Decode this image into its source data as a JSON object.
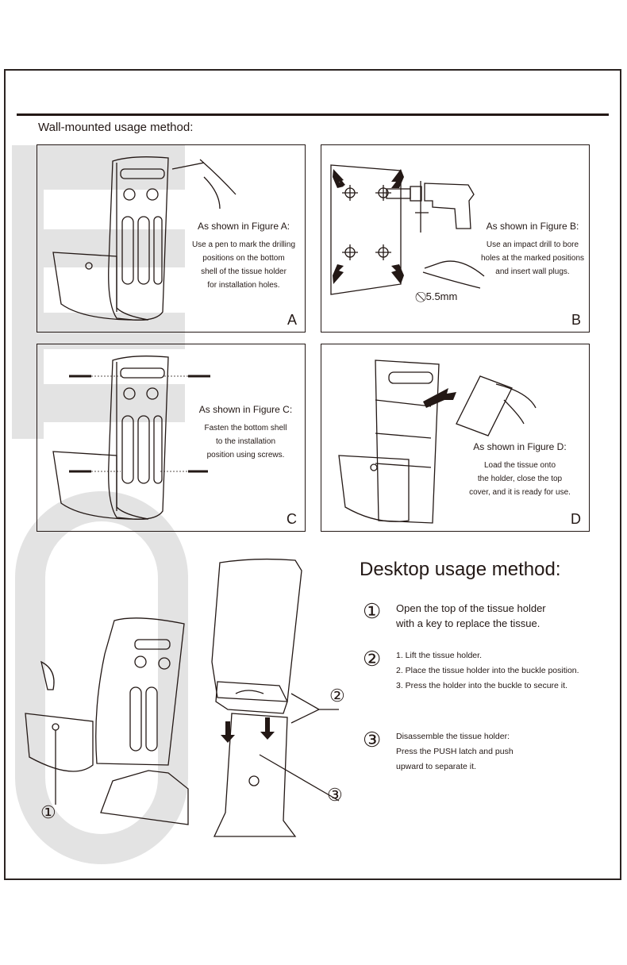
{
  "wall": {
    "title": "Wall-mounted usage method:",
    "figures": [
      {
        "letter": "A",
        "caption_title": "As shown in Figure A:",
        "caption_lines": [
          "Use a pen to mark the drilling",
          "positions on the bottom",
          "shell of the tissue holder",
          "for installation holes."
        ]
      },
      {
        "letter": "B",
        "caption_title": "As shown in Figure B:",
        "caption_lines": [
          "Use an impact drill to bore",
          "holes at the marked positions",
          "and insert wall plugs."
        ],
        "drill_size": "⃠ 5.5mm"
      },
      {
        "letter": "C",
        "caption_title": "As shown in Figure C:",
        "caption_lines": [
          "Fasten the bottom shell",
          "to the installation",
          "position using screws."
        ]
      },
      {
        "letter": "D",
        "caption_title": "As shown in Figure D:",
        "caption_lines": [
          "Load the tissue onto",
          "the holder, close the top",
          "cover, and it is ready for use."
        ]
      }
    ]
  },
  "desktop": {
    "title": "Desktop usage method:",
    "steps": [
      {
        "num": "①",
        "lines": [
          "Open the top of the tissue holder",
          "with a key to replace the tissue."
        ]
      },
      {
        "num": "②",
        "lines": [
          "1. Lift the tissue holder.",
          "2. Place the tissue holder into the buckle position.",
          "3. Press the holder into the buckle to secure it."
        ]
      },
      {
        "num": "③",
        "lines": [
          "Disassemble the tissue holder:",
          "Press the PUSH latch and push",
          "upward to separate it."
        ]
      }
    ],
    "callouts": {
      "one": "①",
      "two": "②",
      "three": "③"
    }
  },
  "colors": {
    "ink": "#231815",
    "watermark": "#e3e3e3"
  }
}
